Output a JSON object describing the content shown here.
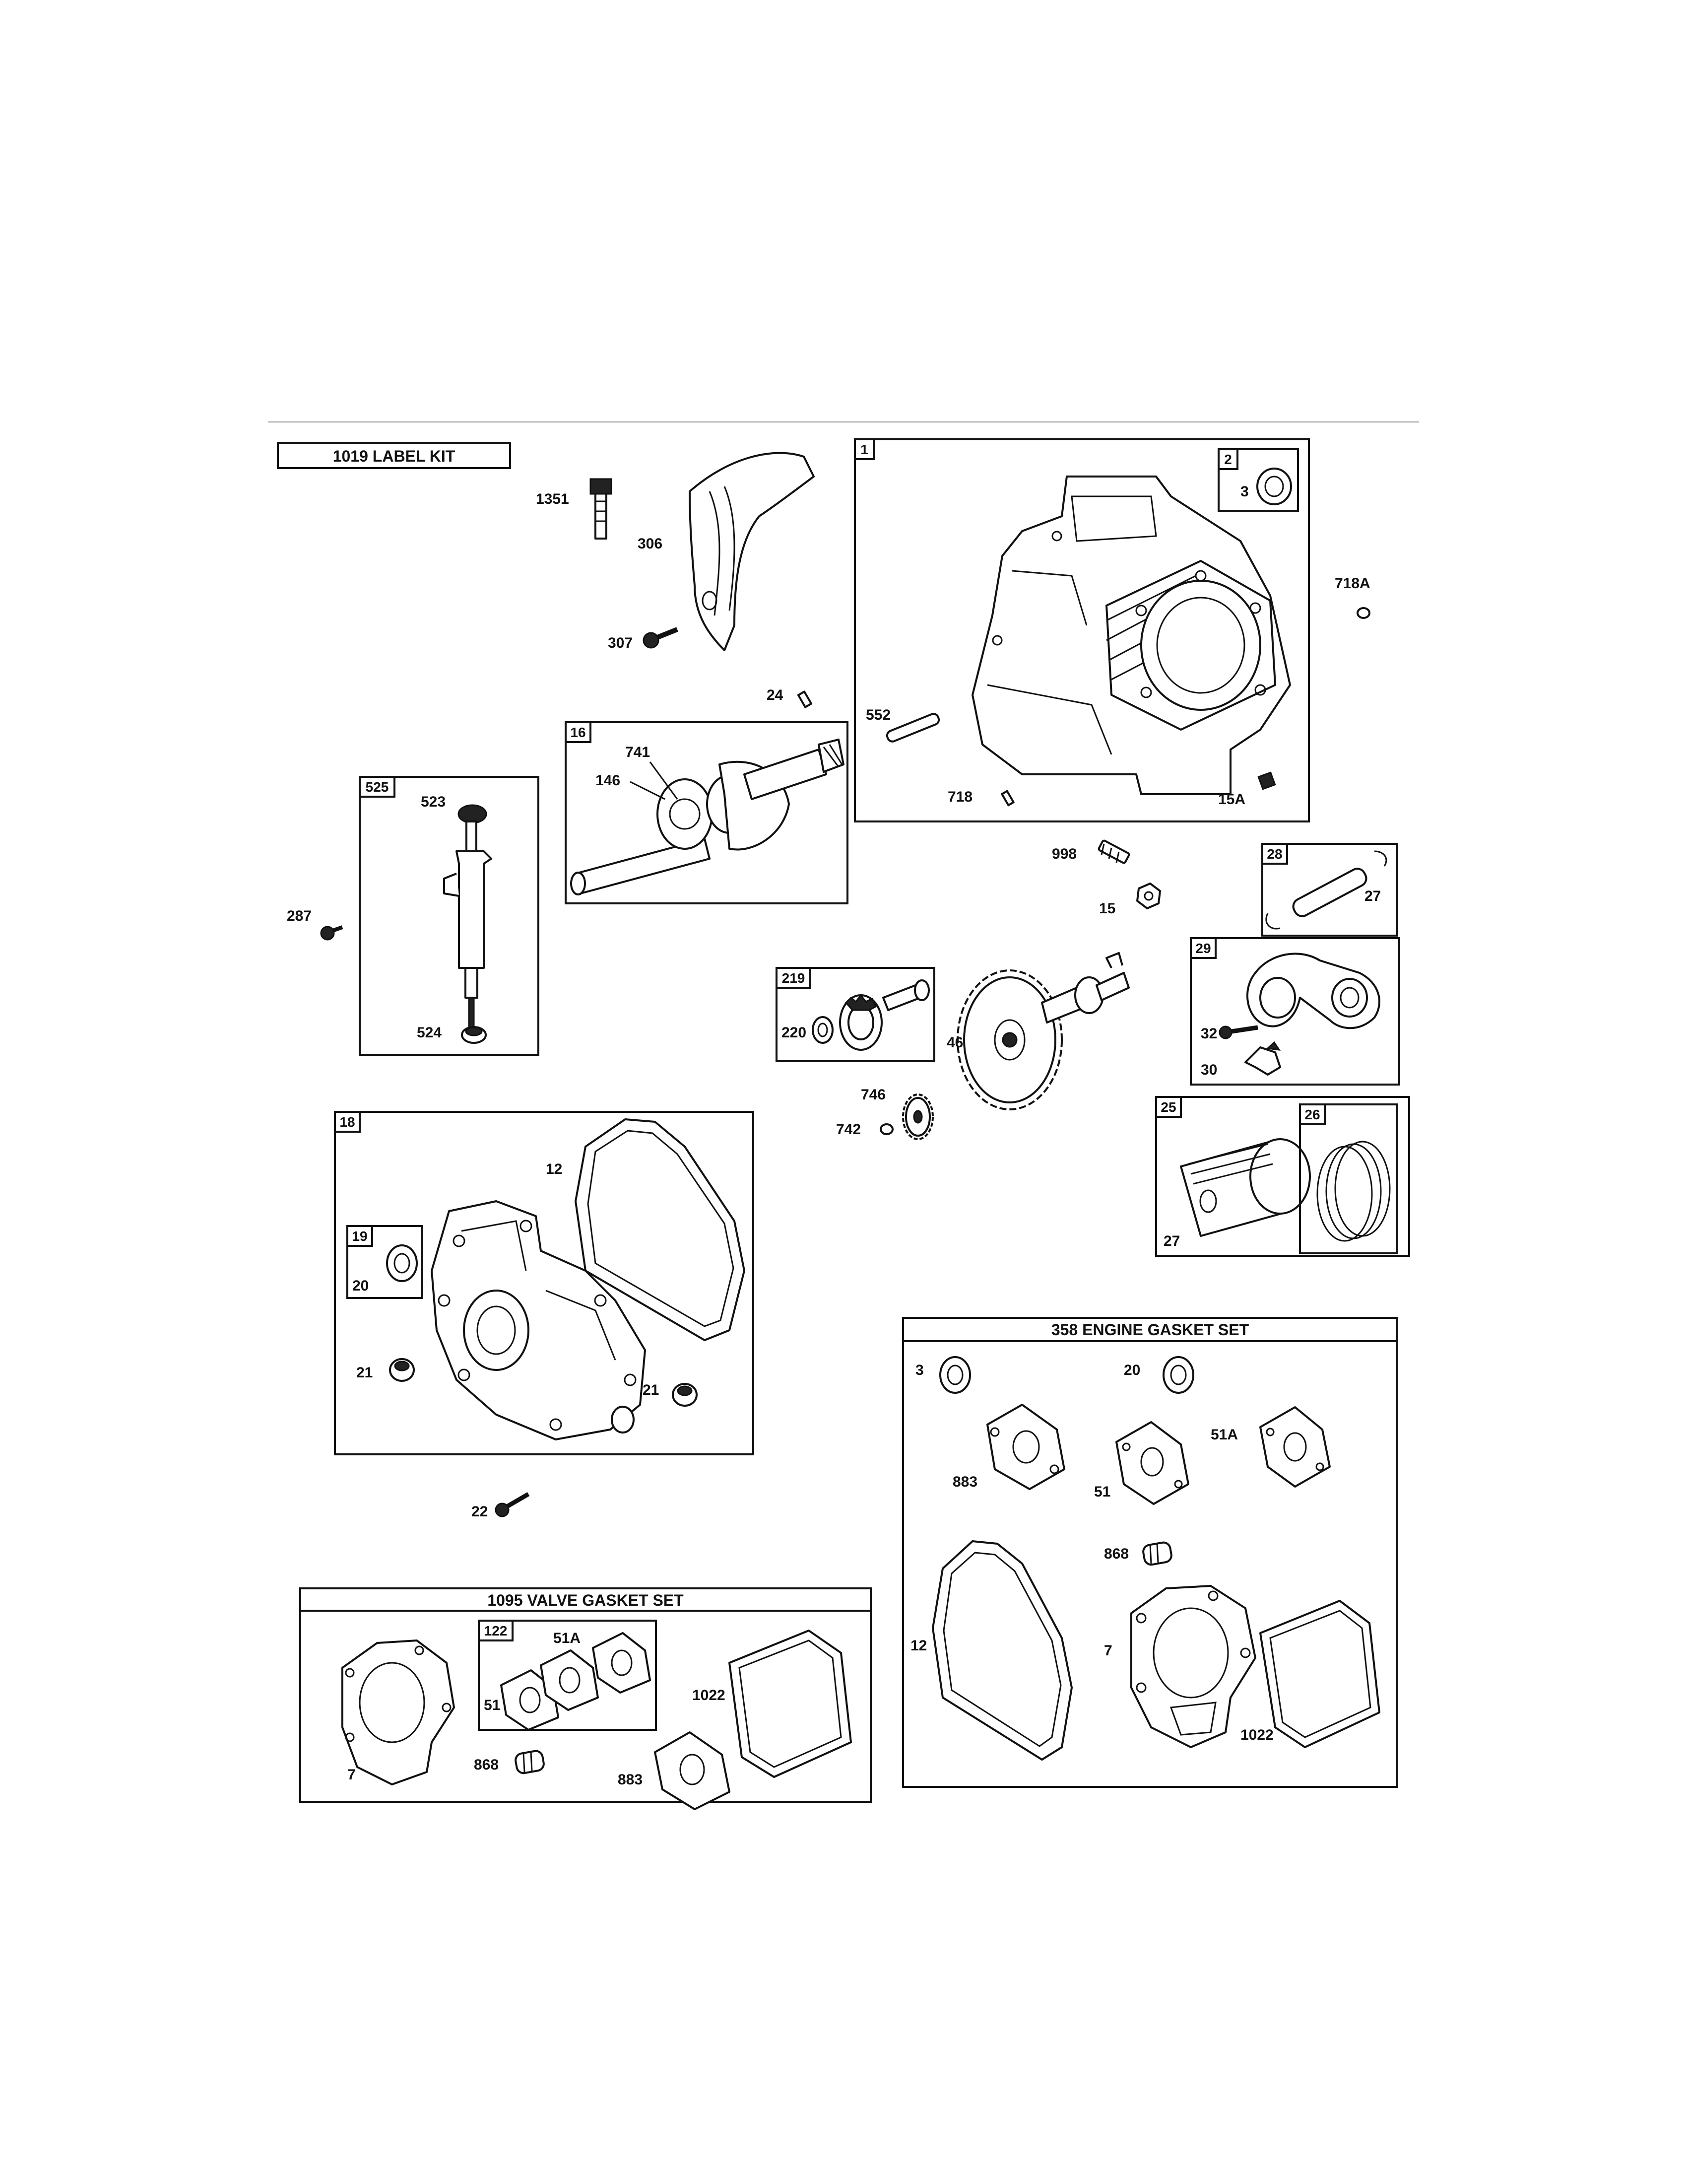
{
  "kits": {
    "label_kit": "1019 LABEL KIT",
    "engine_gasket_set": "358 ENGINE GASKET SET",
    "valve_gasket_set": "1095 VALVE GASKET SET"
  },
  "group_tags": {
    "g1": "1",
    "g2": "2",
    "g16": "16",
    "g525": "525",
    "g28": "28",
    "g29": "29",
    "g219": "219",
    "g25": "25",
    "g26": "26",
    "g18": "18",
    "g19": "19",
    "g122": "122"
  },
  "callouts": {
    "c1351": "1351",
    "c306": "306",
    "c307": "307",
    "c24": "24",
    "c3": "3",
    "c718A": "718A",
    "c552": "552",
    "c718": "718",
    "c15A": "15A",
    "c741": "741",
    "c146": "146",
    "c523": "523",
    "c287": "287",
    "c524": "524",
    "c998": "998",
    "c15": "15",
    "c27a": "27",
    "c220": "220",
    "c46": "46",
    "c32": "32",
    "c30": "30",
    "c746": "746",
    "c742": "742",
    "c27b": "27",
    "c12a": "12",
    "c20a": "20",
    "c21a": "21",
    "c21b": "21",
    "c22": "22",
    "e3": "3",
    "e20": "20",
    "e51A": "51A",
    "e883": "883",
    "e51": "51",
    "e868": "868",
    "e12": "12",
    "e7": "7",
    "e1022": "1022",
    "v51A": "51A",
    "v51": "51",
    "v1022": "1022",
    "v7": "7",
    "v868": "868",
    "v883": "883"
  }
}
